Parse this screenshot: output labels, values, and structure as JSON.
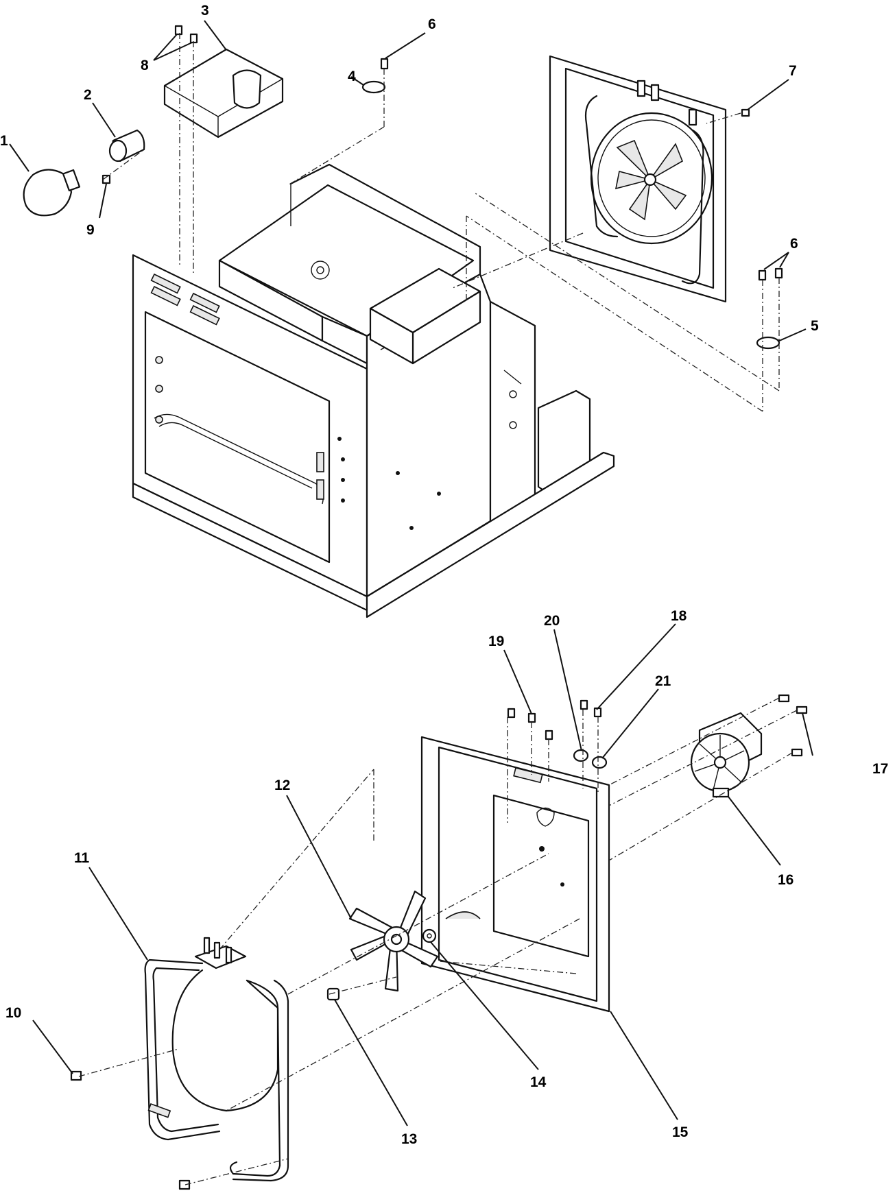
{
  "callouts": {
    "c1": "1",
    "c2": "2",
    "c3": "3",
    "c4": "4",
    "c5": "5",
    "c6a": "6",
    "c6b": "6",
    "c7": "7",
    "c8": "8",
    "c9": "9",
    "c10": "10",
    "c11": "11",
    "c12": "12",
    "c13": "13",
    "c14": "14",
    "c15": "15",
    "c16": "16",
    "c17": "17",
    "c18": "18",
    "c19": "19",
    "c20": "20",
    "c21": "21"
  },
  "icons": {
    "bulb": "light-bulb-icon",
    "socket": "lamp-socket-icon",
    "fan": "fan-blade-icon",
    "element": "heating-element-icon",
    "motor": "fan-motor-icon",
    "screw": "screw-icon"
  }
}
